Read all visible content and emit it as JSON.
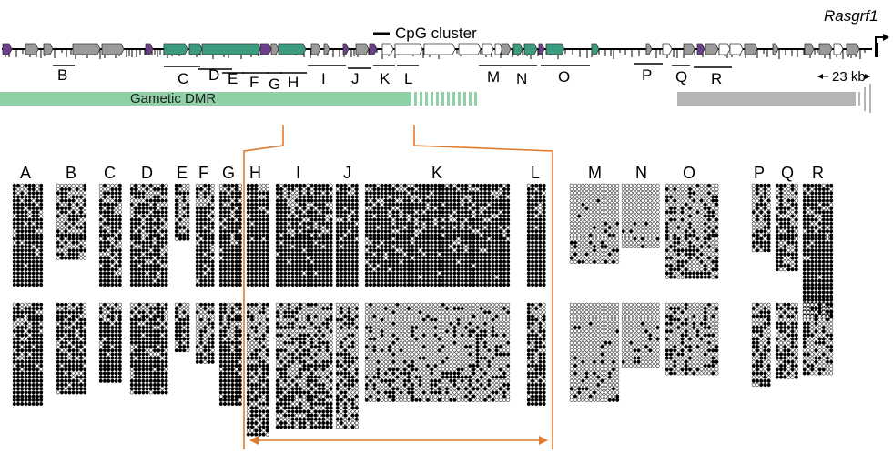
{
  "gene_name": "Rasgrf1",
  "cpg_cluster_label": "CpG cluster",
  "scale_label": "23 kb",
  "gametic_dmr_label": "Gametic DMR",
  "region_labels": [
    "B",
    "C",
    "D",
    "E",
    "F",
    "G",
    "H",
    "I",
    "J",
    "K",
    "L",
    "M",
    "N",
    "O",
    "P",
    "Q",
    "R"
  ],
  "panel_labels": [
    "A",
    "B",
    "C",
    "D",
    "E",
    "F",
    "G",
    "H",
    "I",
    "J",
    "K",
    "L",
    "M",
    "N",
    "O",
    "P",
    "Q",
    "R"
  ],
  "colors": {
    "repeat_green": "#3d9b80",
    "repeat_grey": "#9a9a9a",
    "repeat_purple": "#6b3f8a",
    "cpg_white": "#ffffff",
    "dmr_green": "#8fd0a6",
    "dmr_grey": "#b5b5b5",
    "orange": "#e07b2e",
    "methylated": "#000000",
    "unmethylated": "#ffffff"
  }
}
